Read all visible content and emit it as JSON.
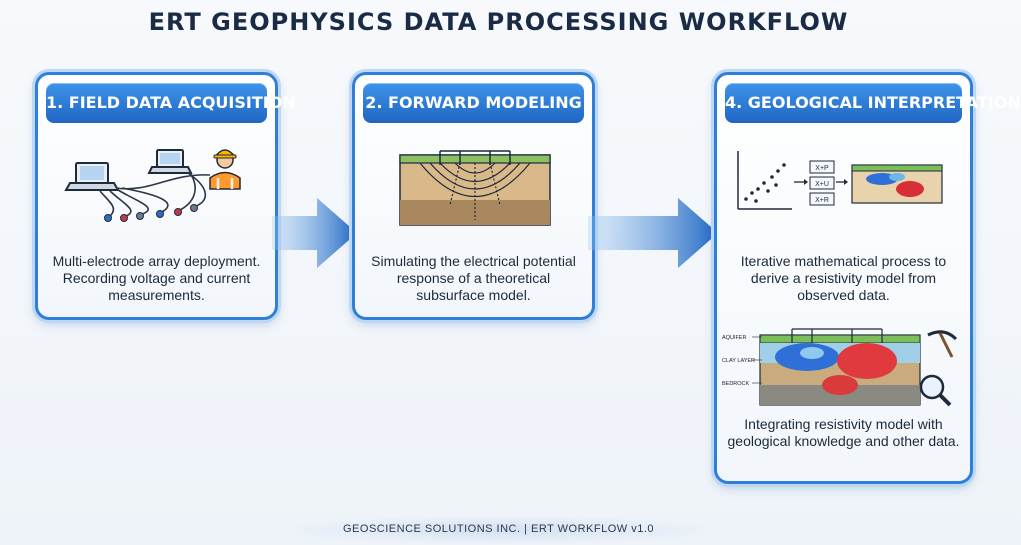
{
  "title": "ERT GEOPHYSICS DATA PROCESSING WORKFLOW",
  "steps": [
    {
      "header": "1. FIELD DATA ACQUISITION",
      "text": "Multi-electrode array deployment. Recording voltage and current measurements."
    },
    {
      "header": "2. FORWARD MODELING",
      "text": "Simulating the electrical potential response of a theoretical subsurface model."
    },
    {
      "header": "4. GEOLOGICAL INTERPRETATION",
      "text_top": "Iterative mathematical process to derive a resistivity model from observed data.",
      "text_bottom": "Integrating resistivity model with geological knowledge and other data.",
      "layer_labels": [
        "AQUIFER",
        "CLAY LAYER",
        "BEDROCK"
      ],
      "operators": [
        "X+P",
        "X+U",
        "X+R"
      ]
    }
  ],
  "footer": "GEOSCIENCE SOLUTIONS INC. | ERT WORKFLOW v1.0",
  "colors": {
    "accent": "#2f7fd8",
    "header": "#1f66c2",
    "arrow": "#2f7fd8"
  }
}
